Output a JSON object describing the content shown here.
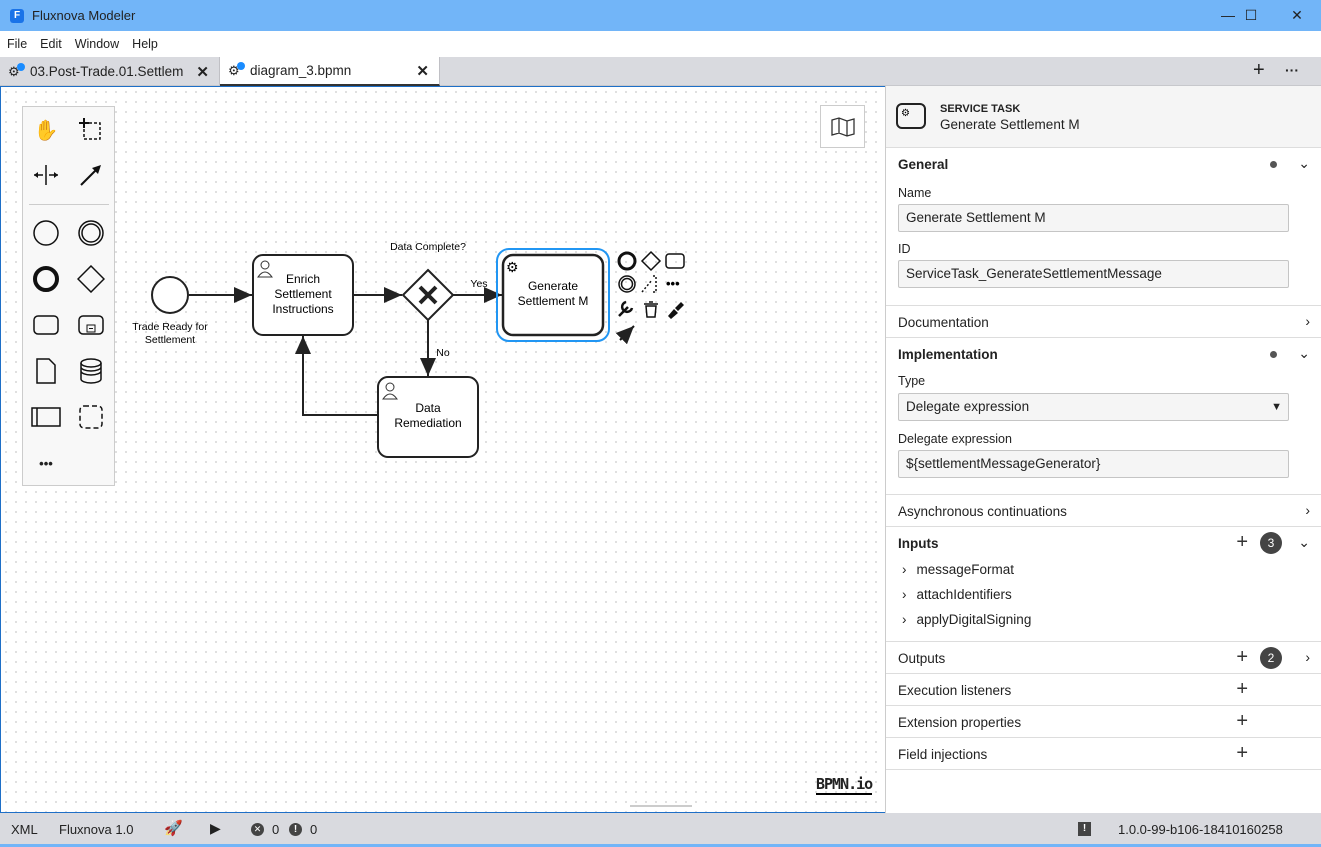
{
  "window": {
    "title": "Fluxnova Modeler",
    "logo_letter": "F"
  },
  "menu": [
    "File",
    "Edit",
    "Window",
    "Help"
  ],
  "tabs": [
    {
      "label": "03.Post-Trade.01.Settlem",
      "close": "✕"
    },
    {
      "label": "diagram_3.bpmn",
      "close": "✕",
      "active": true
    }
  ],
  "tabbar_actions": {
    "add": "+",
    "more": "···"
  },
  "diagram": {
    "start_lines": [
      "Trade Ready for",
      "Settlement"
    ],
    "task_enrich": [
      "Enrich",
      "Settlement",
      "Instructions"
    ],
    "gateway_label": "Data Complete?",
    "flow_yes": "Yes",
    "flow_no": "No",
    "task_generate": [
      "Generate",
      "Settlement M"
    ],
    "task_remediation": [
      "Data",
      "Remediation"
    ],
    "logo": "BPMN.io"
  },
  "panel": {
    "element_type": "SERVICE TASK",
    "element_name": "Generate Settlement M",
    "general": {
      "title": "General",
      "name_label": "Name",
      "name_value": "Generate Settlement M",
      "id_label": "ID",
      "id_value": "ServiceTask_GenerateSettlementMessage"
    },
    "documentation": "Documentation",
    "implementation": {
      "title": "Implementation",
      "type_label": "Type",
      "type_value": "Delegate expression",
      "delegate_label": "Delegate expression",
      "delegate_value": "${settlementMessageGenerator}"
    },
    "async": "Asynchronous continuations",
    "inputs": {
      "title": "Inputs",
      "count": "3",
      "items": [
        "messageFormat",
        "attachIdentifiers",
        "applyDigitalSigning"
      ]
    },
    "outputs": {
      "title": "Outputs",
      "count": "2"
    },
    "execution_listeners": "Execution listeners",
    "extension_properties": "Extension properties",
    "field_injections": "Field injections"
  },
  "status": {
    "xml": "XML",
    "engine": "Fluxnova 1.0",
    "errors": "0",
    "warnings": "0",
    "version": "1.0.0-99-b106-18410160258"
  }
}
